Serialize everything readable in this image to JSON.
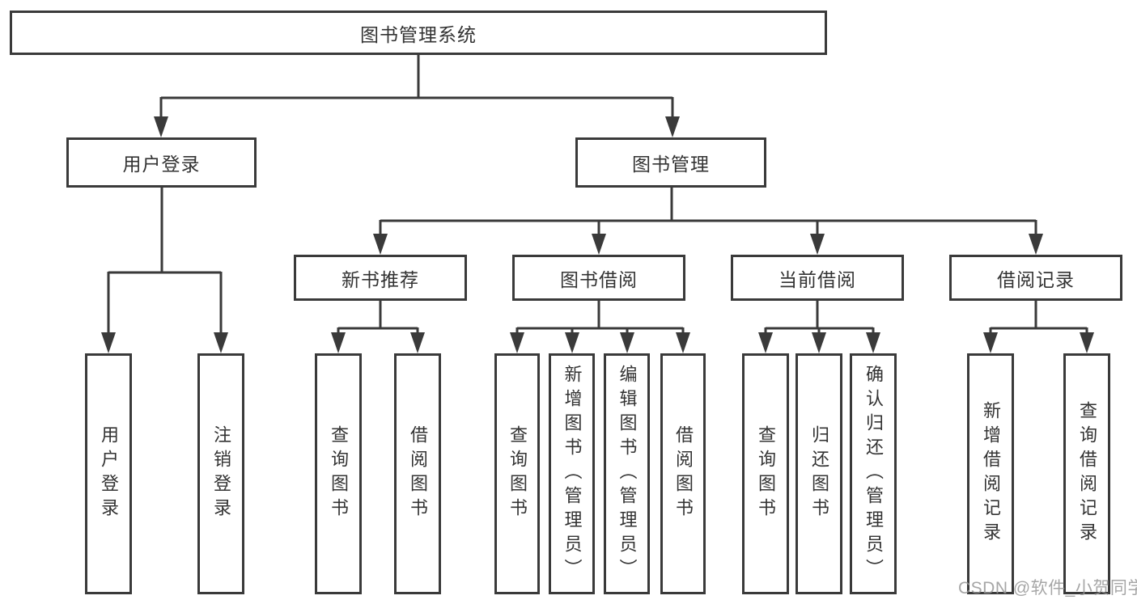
{
  "diagram": {
    "root": {
      "label": "图书管理系统"
    },
    "branches": [
      {
        "label": "用户登录",
        "children": [
          {
            "label": "用户登录"
          },
          {
            "label": "注销登录"
          }
        ]
      },
      {
        "label": "图书管理",
        "children": [
          {
            "label": "新书推荐",
            "children": [
              {
                "label": "查询图书"
              },
              {
                "label": "借阅图书"
              }
            ]
          },
          {
            "label": "图书借阅",
            "children": [
              {
                "label": "查询图书"
              },
              {
                "label": "新增图书（管理员）"
              },
              {
                "label": "编辑图书（管理员）"
              },
              {
                "label": "借阅图书"
              }
            ]
          },
          {
            "label": "当前借阅",
            "children": [
              {
                "label": "查询图书"
              },
              {
                "label": "归还图书"
              },
              {
                "label": "确认归还（管理员）"
              }
            ]
          },
          {
            "label": "借阅记录",
            "children": [
              {
                "label": "新增借阅记录"
              },
              {
                "label": "查询借阅记录"
              }
            ]
          }
        ]
      }
    ]
  },
  "watermark": {
    "text": "CSDN @软件_小贺同学"
  },
  "colors": {
    "line": "#3a3a3a",
    "text": "#333333",
    "watermark": "#969696",
    "background": "#ffffff"
  }
}
